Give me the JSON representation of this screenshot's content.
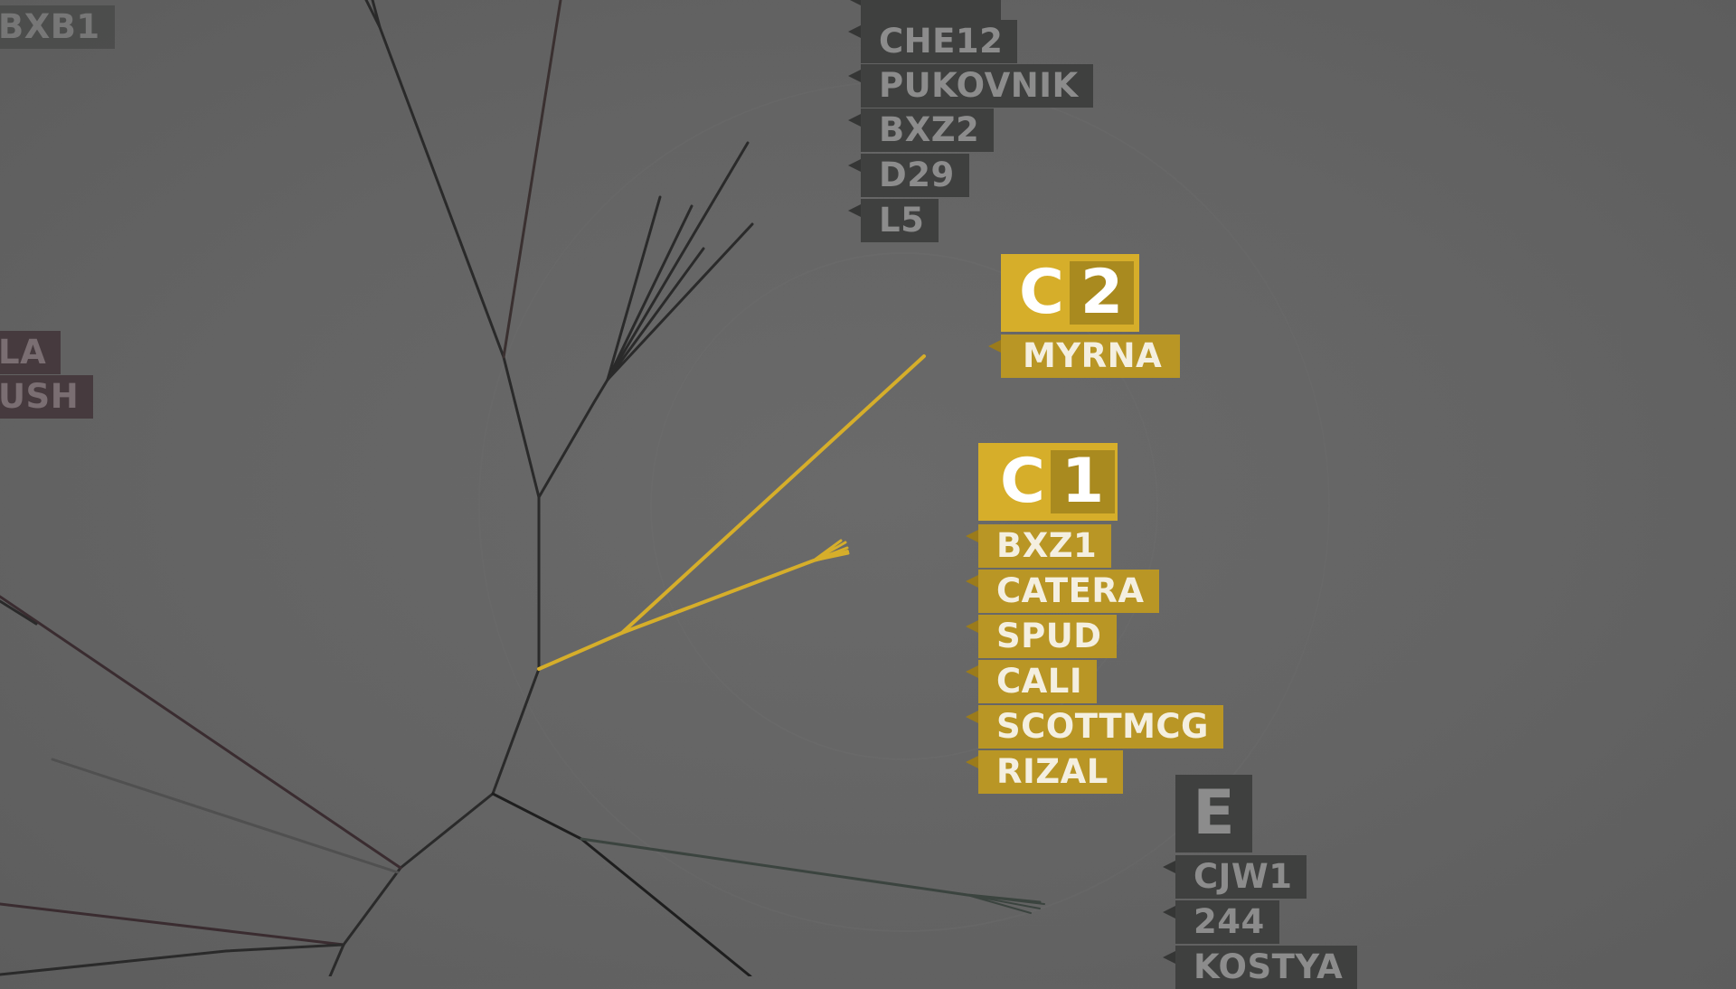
{
  "diagram": {
    "clades": {
      "c2": {
        "letter": "C",
        "number": "2",
        "members": [
          "MYRNA"
        ]
      },
      "c1": {
        "letter": "C",
        "number": "1",
        "members": [
          "BXZ1",
          "CATERA",
          "SPUD",
          "CALI",
          "SCOTTMCG",
          "RIZAL"
        ]
      },
      "e": {
        "letter": "E",
        "members": [
          "CJW1",
          "244",
          "KOSTYA"
        ]
      },
      "top_group": {
        "members": [
          "CHE12",
          "PUKOVNIK",
          "BXZ2",
          "D29",
          "L5"
        ]
      },
      "left_edge": {
        "members": [
          "BXB1",
          "LA",
          "USH"
        ]
      }
    },
    "colors": {
      "background": "#646464",
      "highlight": "#d6ae2a",
      "branch": "#2c2c2c",
      "muted_tag": "#3f403f"
    }
  }
}
